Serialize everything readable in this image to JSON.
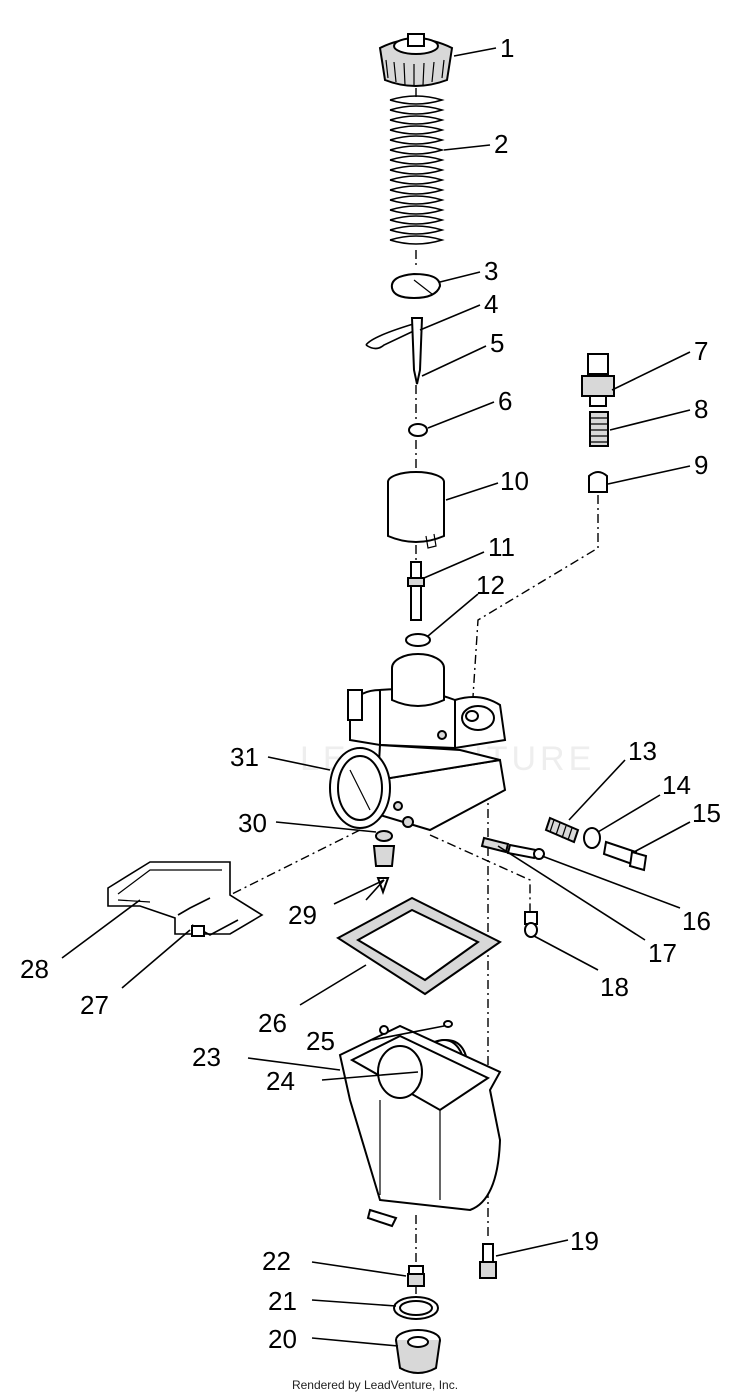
{
  "diagram": {
    "callouts": [
      "1",
      "2",
      "3",
      "4",
      "5",
      "6",
      "7",
      "8",
      "9",
      "10",
      "11",
      "12",
      "13",
      "14",
      "15",
      "16",
      "17",
      "18",
      "19",
      "20",
      "21",
      "22",
      "23",
      "24",
      "25",
      "26",
      "27",
      "28",
      "29",
      "30",
      "31"
    ]
  },
  "footer": "Rendered by LeadVenture, Inc.",
  "watermark": "LEADVENTURE"
}
